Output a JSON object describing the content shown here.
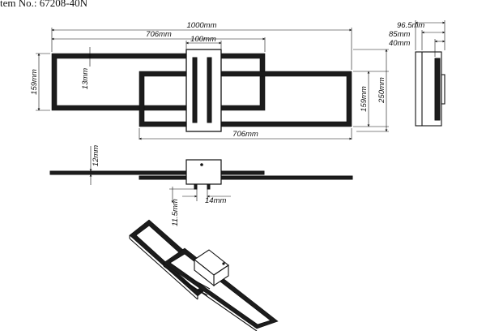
{
  "header": {
    "item_no": "tem No.: 67208-40N"
  },
  "dimensions": {
    "total_length": "1000mm",
    "frame_length_top": "706mm",
    "canopy_width": "100mm",
    "frame_height": "159mm",
    "frame_border": "13mm",
    "inner_frame_height": "159mm",
    "total_depth": "250mm",
    "frame_length_bottom": "706mm",
    "side_depth_total": "96.5mm",
    "side_depth_canopy": "85mm",
    "side_depth_frame": "40mm",
    "frame_thickness": "12mm",
    "canopy_offset": "14mm",
    "canopy_drop": "11.5mm"
  }
}
